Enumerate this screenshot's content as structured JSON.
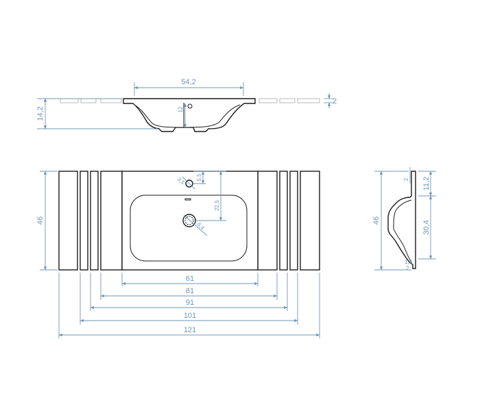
{
  "colors": {
    "outline": "#1a1a1a",
    "dimension": "#6e97b4",
    "ghost": "#b8b8b8"
  },
  "side_view": {
    "width_label": "54,2",
    "thickness_label": "2",
    "depth_label": "12",
    "height_label": "14,2"
  },
  "top_view": {
    "depth_label": "46",
    "tap_hole_label": "3,5",
    "tap_hole_offset_label": "5,5",
    "drain_offset_label": "22,5",
    "drain_label": "6,4",
    "widths": [
      "61",
      "81",
      "91",
      "101",
      "121"
    ]
  },
  "section_view": {
    "depth_label": "46",
    "rim_label": "2",
    "front_label": "11,2",
    "bowl_label": "30,4",
    "lip_label": "1,3",
    "bottom_label": "2"
  }
}
